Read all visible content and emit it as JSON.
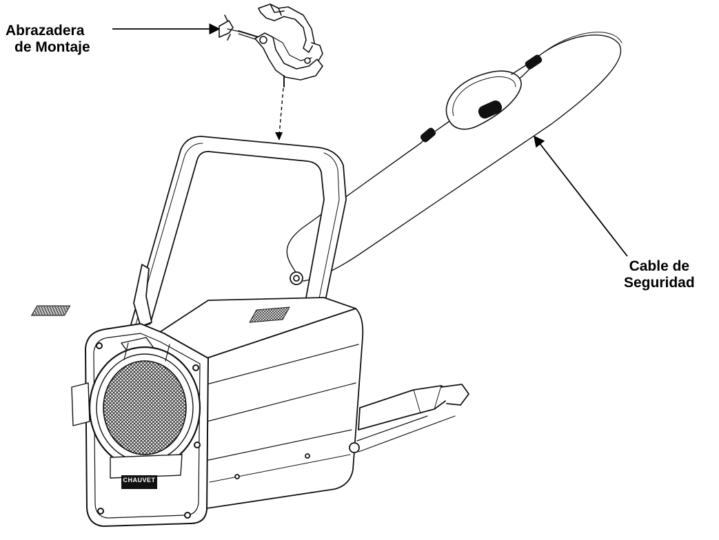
{
  "labels": {
    "mounting_clamp": [
      "Abrazadera",
      "de Montaje"
    ],
    "safety_cable": [
      "Cable de",
      "Seguridad"
    ]
  },
  "fixture_logo": "CHAUVET",
  "colors": {
    "ink": "#111111",
    "background": "#ffffff",
    "grille": "#2a2a2a"
  }
}
